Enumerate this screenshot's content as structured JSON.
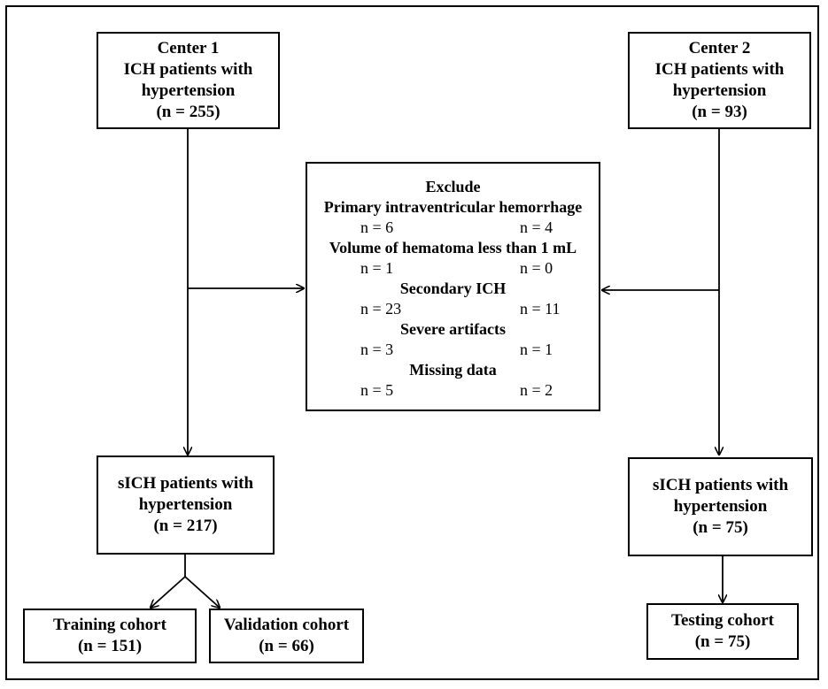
{
  "center1": {
    "lines": [
      "Center 1",
      "ICH patients with",
      "hypertension",
      "(n = 255)"
    ]
  },
  "center2": {
    "lines": [
      "Center 2",
      "ICH patients with",
      "hypertension",
      "(n = 93)"
    ]
  },
  "exclude": {
    "title": "Exclude",
    "groups": [
      {
        "label": "Primary intraventricular hemorrhage",
        "left": "n = 6",
        "right": "n = 4"
      },
      {
        "label": "Volume of hematoma less than 1 mL",
        "left": "n = 1",
        "right": "n = 0"
      },
      {
        "label": "Secondary ICH",
        "left": "n = 23",
        "right": "n = 11"
      },
      {
        "label": "Severe artifacts",
        "left": "n = 3",
        "right": "n = 1"
      },
      {
        "label": "Missing data",
        "left": "n = 5",
        "right": "n = 2"
      }
    ]
  },
  "sich1": {
    "lines": [
      "sICH patients with",
      "hypertension",
      "(n = 217)"
    ]
  },
  "sich2": {
    "lines": [
      "sICH patients with",
      "hypertension",
      "(n = 75)"
    ]
  },
  "training": {
    "lines": [
      "Training cohort",
      "(n = 151)"
    ]
  },
  "validation": {
    "lines": [
      "Validation cohort",
      "(n = 66)"
    ]
  },
  "testing": {
    "lines": [
      "Testing cohort",
      "(n = 75)"
    ]
  }
}
